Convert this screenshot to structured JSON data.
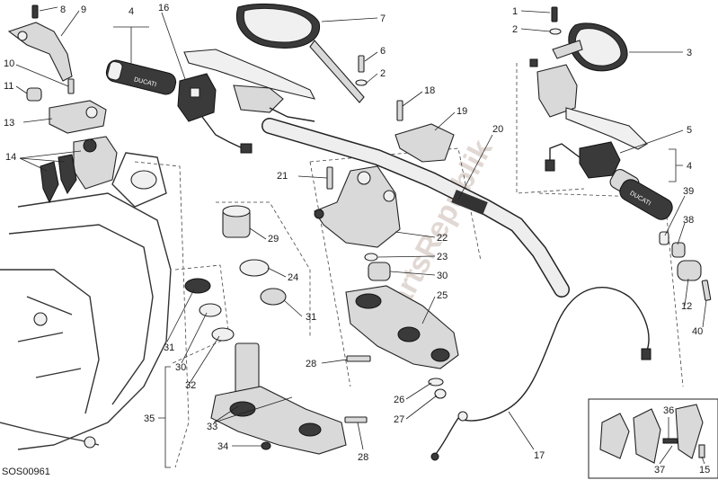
{
  "diagram": {
    "code": "SOS00961",
    "watermark": "PartsRepublik",
    "grip_brand": "DUCATI",
    "callouts": [
      "8",
      "9",
      "4",
      "16",
      "7",
      "1",
      "2",
      "3",
      "10",
      "6",
      "2",
      "18",
      "11",
      "19",
      "13",
      "20",
      "5",
      "14",
      "4",
      "21",
      "39",
      "38",
      "29",
      "22",
      "23",
      "24",
      "30",
      "12",
      "31",
      "40",
      "25",
      "31",
      "28",
      "30",
      "32",
      "26",
      "35",
      "27",
      "33",
      "17",
      "36",
      "34",
      "28",
      "37",
      "15"
    ]
  }
}
